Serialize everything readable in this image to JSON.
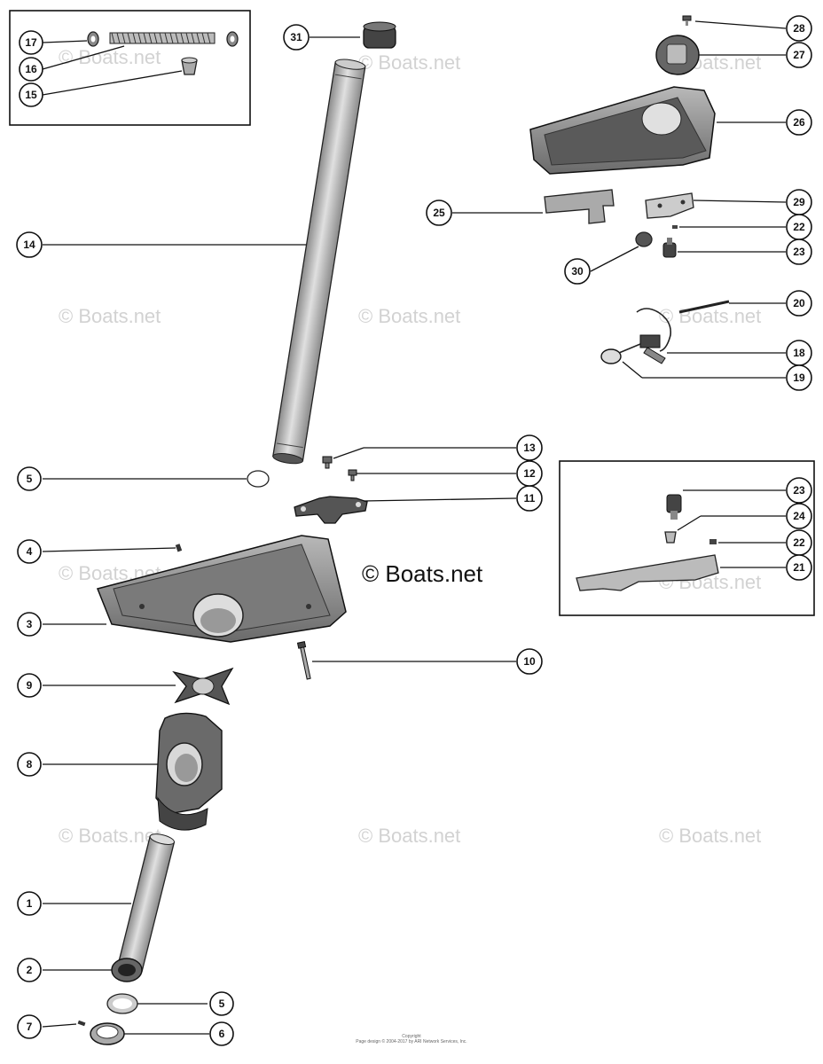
{
  "watermark": "© Boats.net",
  "copyright_main": "© Boats.net",
  "footer": {
    "line1": "Copyright",
    "line2": "Page design © 2004-2017 by ARI Network Services, Inc."
  },
  "callouts": {
    "c1": "1",
    "c2": "2",
    "c3": "3",
    "c4": "4",
    "c5a": "5",
    "c5b": "5",
    "c6": "6",
    "c7": "7",
    "c8": "8",
    "c9": "9",
    "c10": "10",
    "c11": "11",
    "c12": "12",
    "c13": "13",
    "c14": "14",
    "c15": "15",
    "c16": "16",
    "c17": "17",
    "c18": "18",
    "c19": "19",
    "c20": "20",
    "c21": "21",
    "c22a": "22",
    "c22b": "22",
    "c23a": "23",
    "c23b": "23",
    "c24": "24",
    "c25": "25",
    "c26": "26",
    "c27": "27",
    "c28": "28",
    "c29": "29",
    "c30": "30",
    "c31": "31"
  },
  "colors": {
    "ink": "#111111",
    "part_fill": "#9a9a9a",
    "part_light": "#c8c8c8",
    "watermark": "#d2d2d2"
  }
}
